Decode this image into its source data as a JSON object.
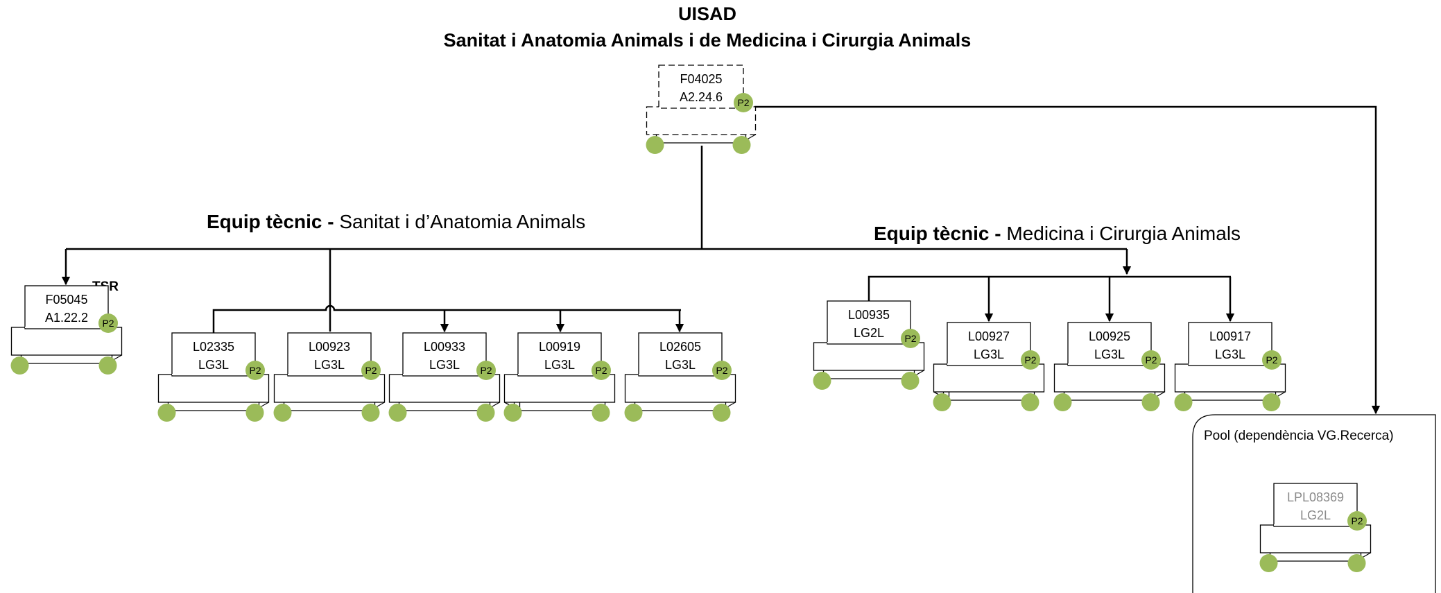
{
  "title": {
    "line1": "UISAD",
    "line2": "Sanitat i Anatomia Animals i de Medicina i Cirurgia Animals"
  },
  "headings": {
    "left": {
      "bold": "Equip tècnic -",
      "normal": " Sanitat i d’Anatomia Animals"
    },
    "right": {
      "bold": "Equip tècnic -",
      "normal": " Medicina i Cirurgia Animals"
    }
  },
  "badge_label": "P2",
  "tsr_label": "TSR",
  "pool": {
    "title": "Pool (dependència VG.Recerca)"
  },
  "colors": {
    "badge": "#9bbb59",
    "line": "#000000",
    "muted_text": "#8a8a8a"
  },
  "positions": {
    "top": {
      "code": "F04025",
      "level": "A2.24.6"
    },
    "f05045": {
      "code": "F05045",
      "level": "A1.22.2"
    },
    "l02335": {
      "code": "L02335",
      "level": "LG3L"
    },
    "l00923": {
      "code": "L00923",
      "level": "LG3L"
    },
    "l00933": {
      "code": "L00933",
      "level": "LG3L"
    },
    "l00919": {
      "code": "L00919",
      "level": "LG3L"
    },
    "l02605": {
      "code": "L02605",
      "level": "LG3L"
    },
    "l00935": {
      "code": "L00935",
      "level": "LG2L"
    },
    "l00927": {
      "code": "L00927",
      "level": "LG3L"
    },
    "l00925": {
      "code": "L00925",
      "level": "LG3L"
    },
    "l00917": {
      "code": "L00917",
      "level": "LG3L"
    },
    "lpl08369": {
      "code": "LPL08369",
      "level": "LG2L"
    }
  }
}
